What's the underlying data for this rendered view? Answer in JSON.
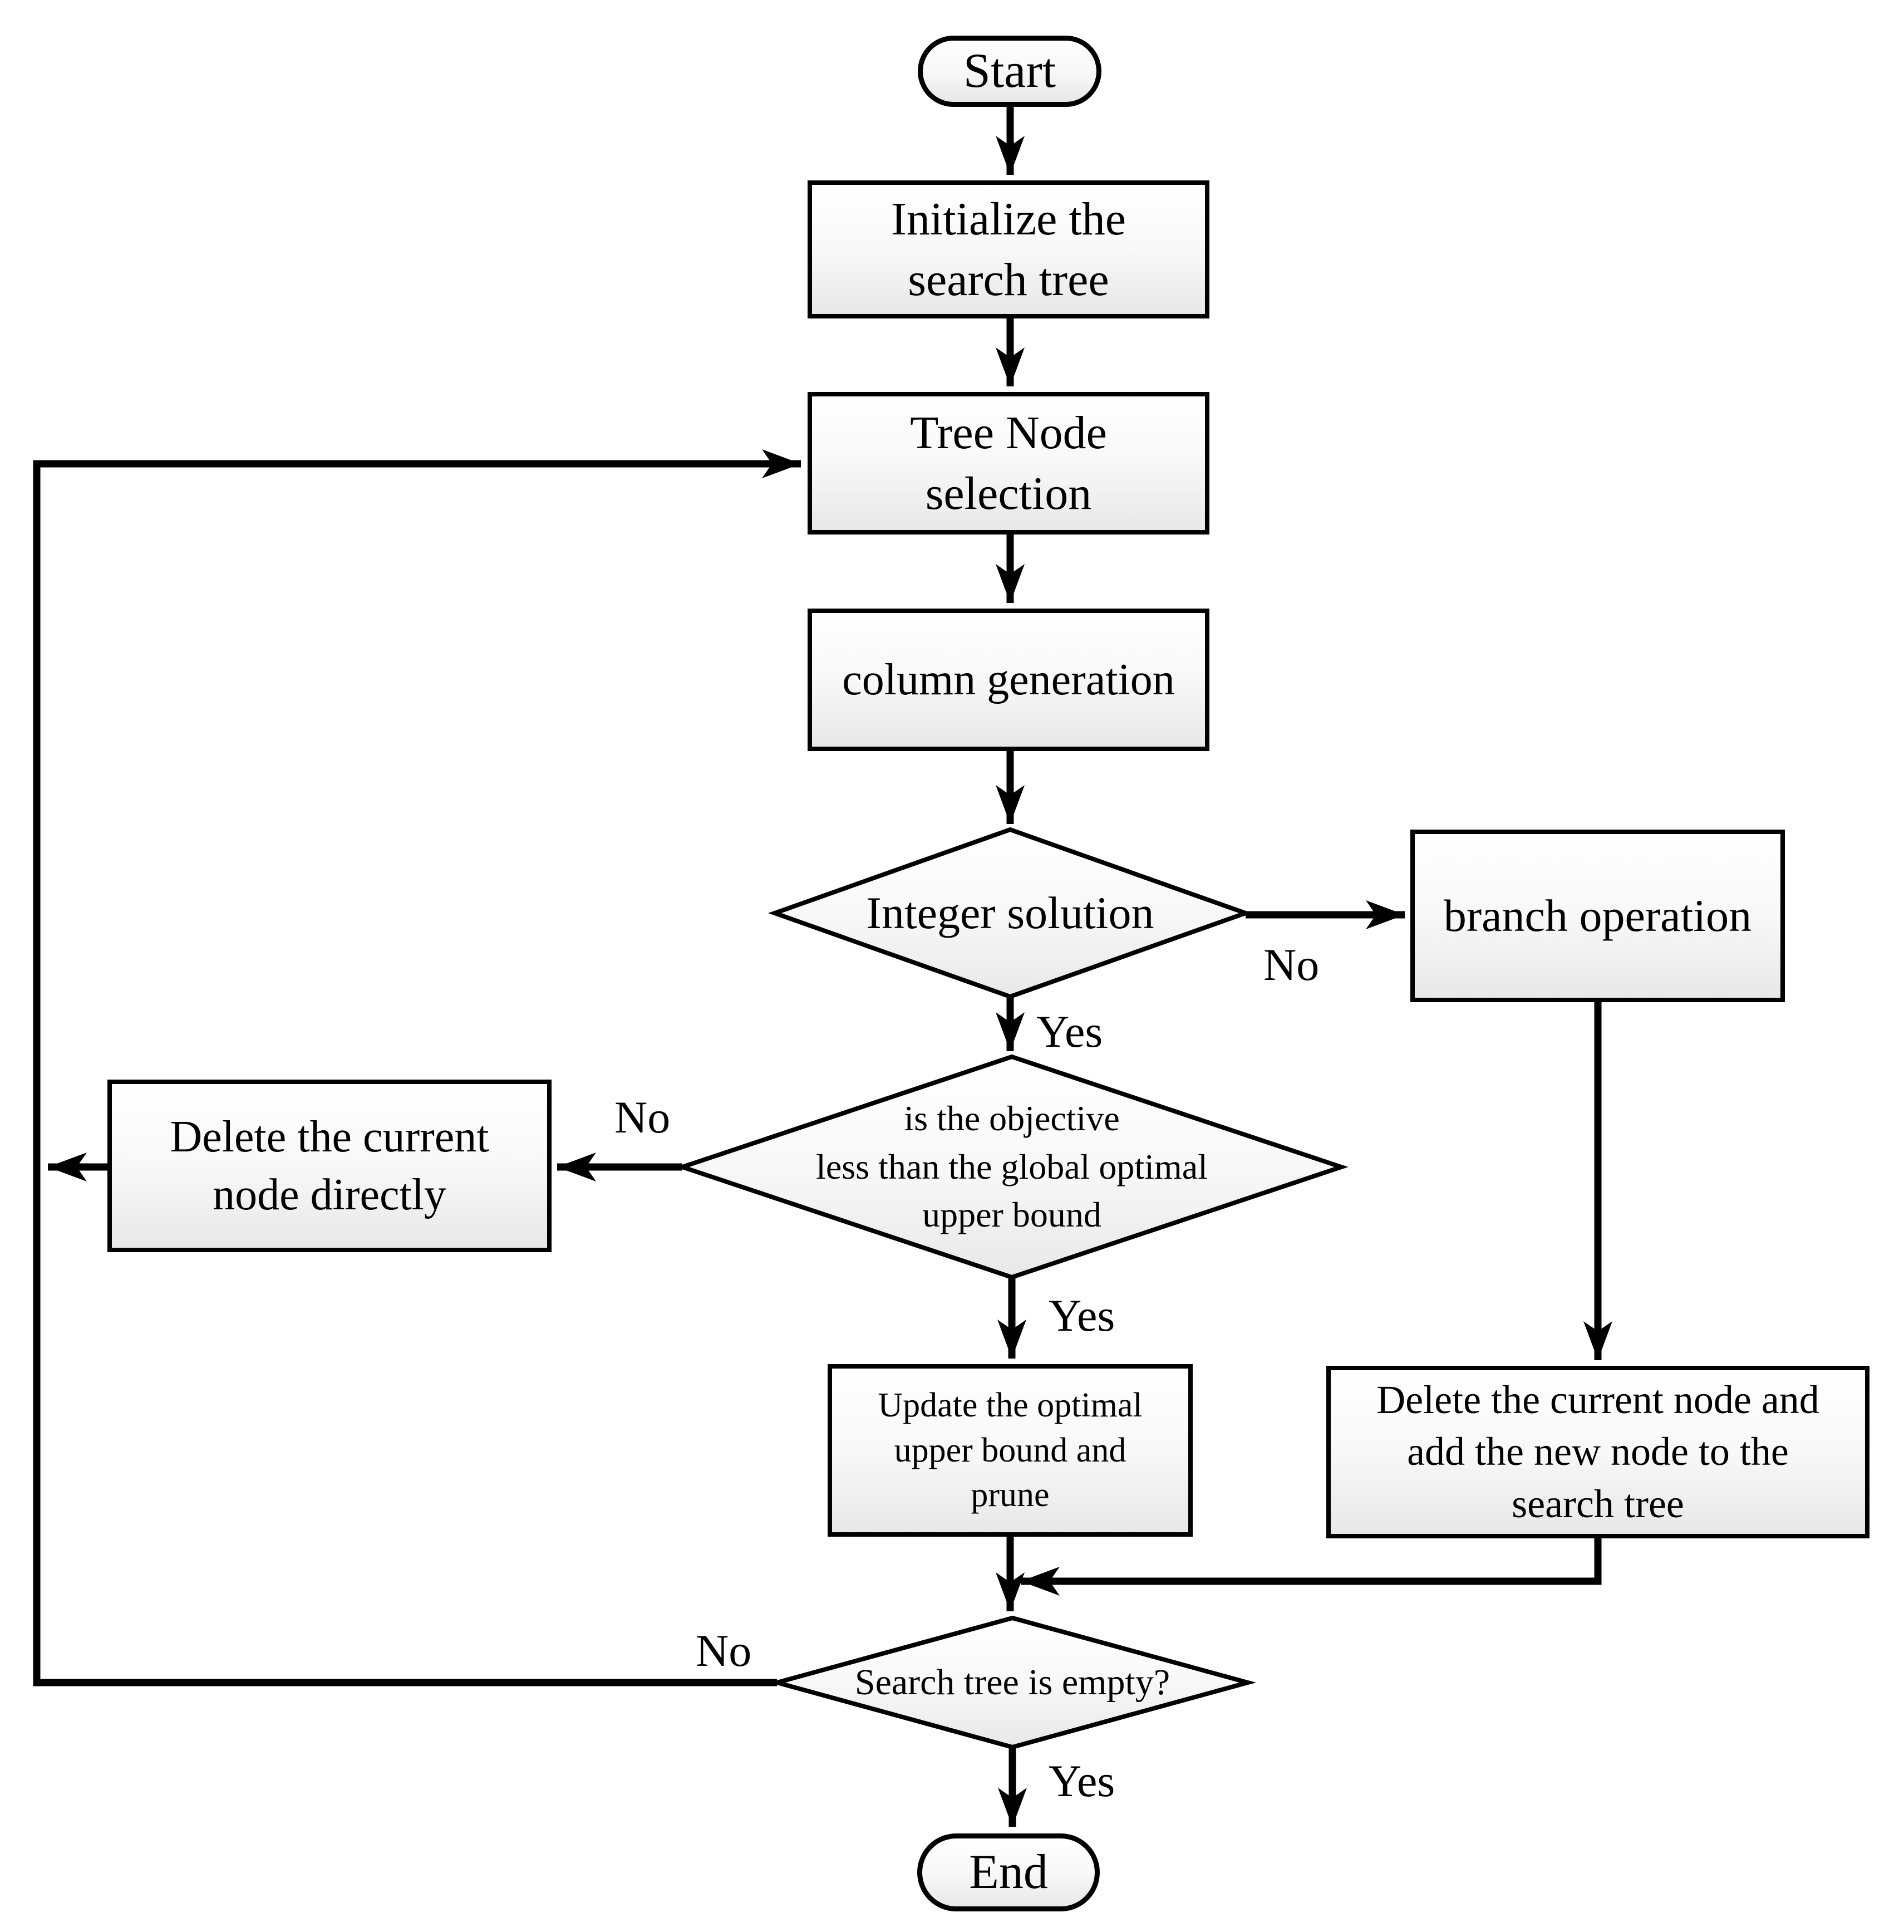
{
  "flowchart": {
    "nodes": [
      {
        "id": "start",
        "type": "terminator",
        "label": "Start"
      },
      {
        "id": "initialize",
        "type": "process",
        "label": "Initialize the\nsearch tree"
      },
      {
        "id": "tree-node-selection",
        "type": "process",
        "label": "Tree Node\nselection"
      },
      {
        "id": "column-generation",
        "type": "process",
        "label": "column generation"
      },
      {
        "id": "integer-solution",
        "type": "decision",
        "label": "Integer solution"
      },
      {
        "id": "branch-operation",
        "type": "process",
        "label": "branch operation"
      },
      {
        "id": "objective-check",
        "type": "decision",
        "label": "is the objective\nless than  the global optimal\nupper bound"
      },
      {
        "id": "delete-node-directly",
        "type": "process",
        "label": "Delete the current\nnode directly"
      },
      {
        "id": "update-upper-bound",
        "type": "process",
        "label": "Update the optimal\nupper bound and\nprune"
      },
      {
        "id": "delete-add-node",
        "type": "process",
        "label": "Delete the current node and\nadd the new node to the\nsearch tree"
      },
      {
        "id": "search-tree-empty",
        "type": "decision",
        "label": "Search tree is empty?"
      },
      {
        "id": "end",
        "type": "terminator",
        "label": "End"
      }
    ],
    "edge_labels": [
      {
        "edge": "integer-solution-to-branch-operation",
        "text": "No"
      },
      {
        "edge": "integer-solution-to-objective-check",
        "text": "Yes"
      },
      {
        "edge": "objective-check-to-delete-directly",
        "text": "No"
      },
      {
        "edge": "objective-check-to-update-bound",
        "text": "Yes"
      },
      {
        "edge": "search-tree-empty-loop-back",
        "text": "No"
      },
      {
        "edge": "search-tree-empty-to-end",
        "text": "Yes"
      }
    ],
    "colors": {
      "stroke": "#000000",
      "node_fill_top": "#ffffff",
      "node_fill_bottom": "#e8e8e8",
      "background": "#ffffff"
    }
  }
}
